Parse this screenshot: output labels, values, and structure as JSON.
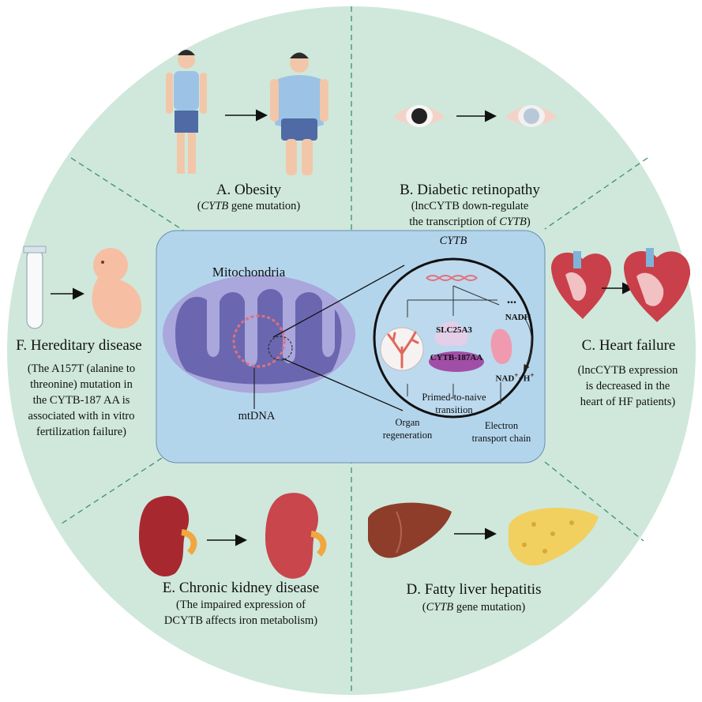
{
  "sections": {
    "a": {
      "title": "A. Obesity",
      "sub_pre": "(",
      "sub_gene": "CYTB",
      "sub_post": " gene mutation)"
    },
    "b": {
      "title": "B. Diabetic retinopathy",
      "line1": "(lncCYTB down-regulate",
      "line2_pre": "the transcription of ",
      "line2_gene": "CYTB",
      "line2_post": ")"
    },
    "c": {
      "title": "C. Heart failure",
      "line1": "(lncCYTB expression",
      "line2": "is decreased in the",
      "line3": "heart of HF patients)"
    },
    "d": {
      "title": "D. Fatty liver hepatitis",
      "sub_pre": "(",
      "sub_gene": "CYTB",
      "sub_post": " gene mutation)"
    },
    "e": {
      "title": "E. Chronic kidney disease",
      "line1": "(The impaired expression of",
      "line2": "DCYTB affects iron metabolism)"
    },
    "f": {
      "title": "F. Hereditary disease",
      "line1": "(The A157T (alanine to",
      "line2": "threonine) mutation in",
      "line3": "the CYTB-187 AA is",
      "line4": "associated with in vitro",
      "line5": "fertilization failure)"
    }
  },
  "center": {
    "mito_label": "Mitochondria",
    "mtdna_label": "mtDNA",
    "gene_label": "CYTB",
    "ellipsis": "...",
    "nadh": "NADH",
    "nad_main": "NAD",
    "nad_sup1": "+",
    "nad_mid": "+H",
    "nad_sup2": "+",
    "slc": "SLC25A3",
    "cytb187": "CYTB-187AA",
    "organ_line1": "Organ",
    "organ_line2": "regeneration",
    "primed_line1": "Primed-to-naive",
    "primed_line2": "transition",
    "electron_line1": "Electron",
    "electron_line2": "transport chain"
  },
  "colors": {
    "outer_circle": "#cfe8db",
    "center_box": "#b3d5ec",
    "mito_outer": "#a9a7dc",
    "mito_inner": "#6a67b0",
    "dna": "#e2707a"
  }
}
